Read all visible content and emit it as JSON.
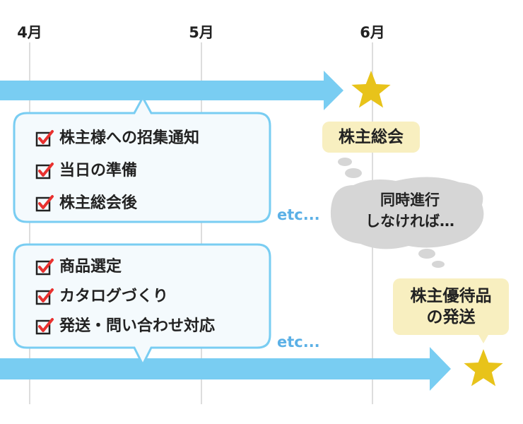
{
  "months": [
    {
      "id": "apr",
      "label": "4月"
    },
    {
      "id": "may",
      "label": "5月"
    },
    {
      "id": "jun",
      "label": "6月"
    }
  ],
  "top_tasks": [
    "株主様への招集通知",
    "当日の準備",
    "株主総会後"
  ],
  "bottom_tasks": [
    "商品選定",
    "カタログづくり",
    "発送・問い合わせ対応"
  ],
  "etc_label": "etc...",
  "milestones": {
    "meeting": "株主総会",
    "gift_line1": "株主優待品",
    "gift_line2": "の発送"
  },
  "thought": {
    "line1": "同時進行",
    "line2": "しなければ…"
  },
  "colors": {
    "arrow": "#79cdf2",
    "callout_border": "#79cdf2",
    "callout_fill": "#f4fafd",
    "check_box": "#222222",
    "check_mark": "#e8312f",
    "star": "#e8c31a",
    "label_bg": "#f8efc0",
    "cloud": "#d6d6d6",
    "grid_line": "#dddddd"
  }
}
